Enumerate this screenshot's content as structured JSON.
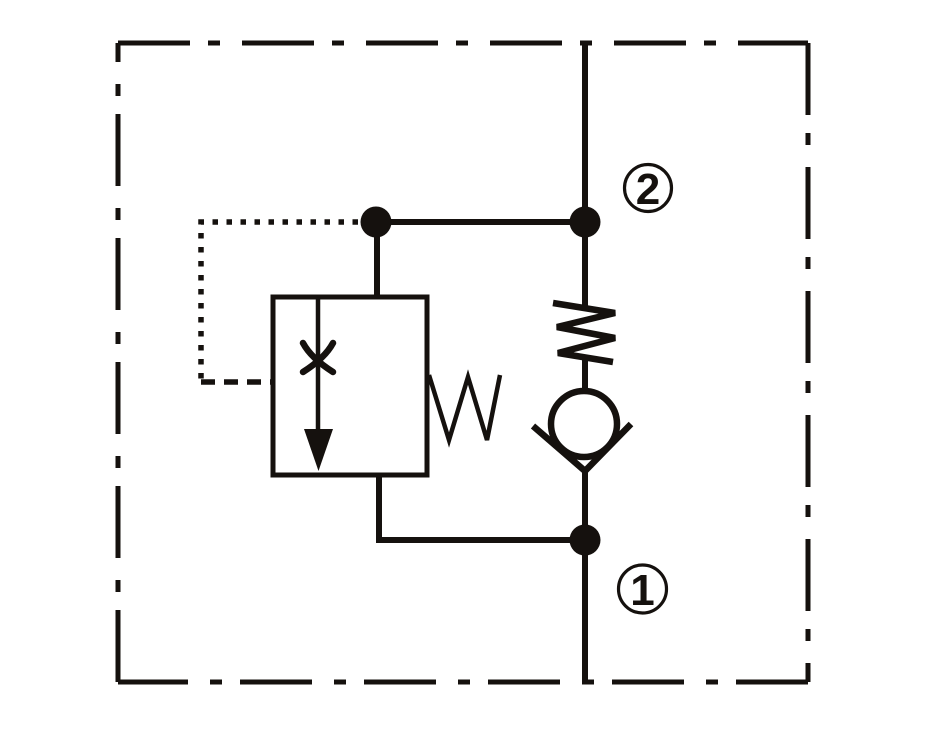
{
  "ports": {
    "port1": {
      "label": "1"
    },
    "port2": {
      "label": "2"
    }
  },
  "colors": {
    "line": "#15110e",
    "background": "#ffffff"
  },
  "symbols": {
    "boundary": "dash-dot-envelope",
    "check_valve": "spring-loaded-ball-check",
    "spring_check": "zigzag-spring",
    "spring_bias": "w-spring",
    "orifice": "restriction-x",
    "flow_arrow": "downward-arrow",
    "pilot_line": "dotted-pilot-line",
    "junctions": "filled-node-dot"
  }
}
